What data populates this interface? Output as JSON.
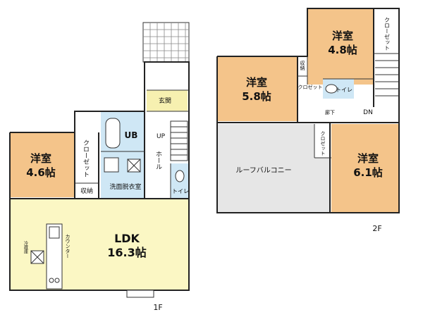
{
  "floor1": {
    "label": "1F",
    "rooms": {
      "western_room": {
        "name": "洋室",
        "size": "4.6帖"
      },
      "ldk": {
        "name": "LDK",
        "size": "16.3帖"
      },
      "ub": "UB",
      "closet": "クローゼット",
      "storage": "収納",
      "washroom": "洗面脱衣室",
      "entrance": "玄関",
      "hall": "ホール",
      "toilet": "トイレ",
      "up": "UP",
      "kitchen_counter": "カウンター",
      "fridge": "冷蔵庫"
    }
  },
  "floor2": {
    "label": "2F",
    "rooms": {
      "western_a": {
        "name": "洋室",
        "size": "4.8帖"
      },
      "western_b": {
        "name": "洋室",
        "size": "5.8帖"
      },
      "western_c": {
        "name": "洋室",
        "size": "6.1帖"
      },
      "roof_balcony": "ルーフバルコニー",
      "closet_a": "クローゼット",
      "closet_b": "クロゼット",
      "closet_c": "クロゼット",
      "storage": "収納",
      "toilet": "トイレ",
      "dn": "DN",
      "hall_label": "廊下"
    }
  },
  "colors": {
    "room": "#f4c48a",
    "ldk": "#fbf7c4",
    "water": "#cfe7f5",
    "entrance": "#f6f0b0",
    "balcony": "#e6e6e6"
  }
}
